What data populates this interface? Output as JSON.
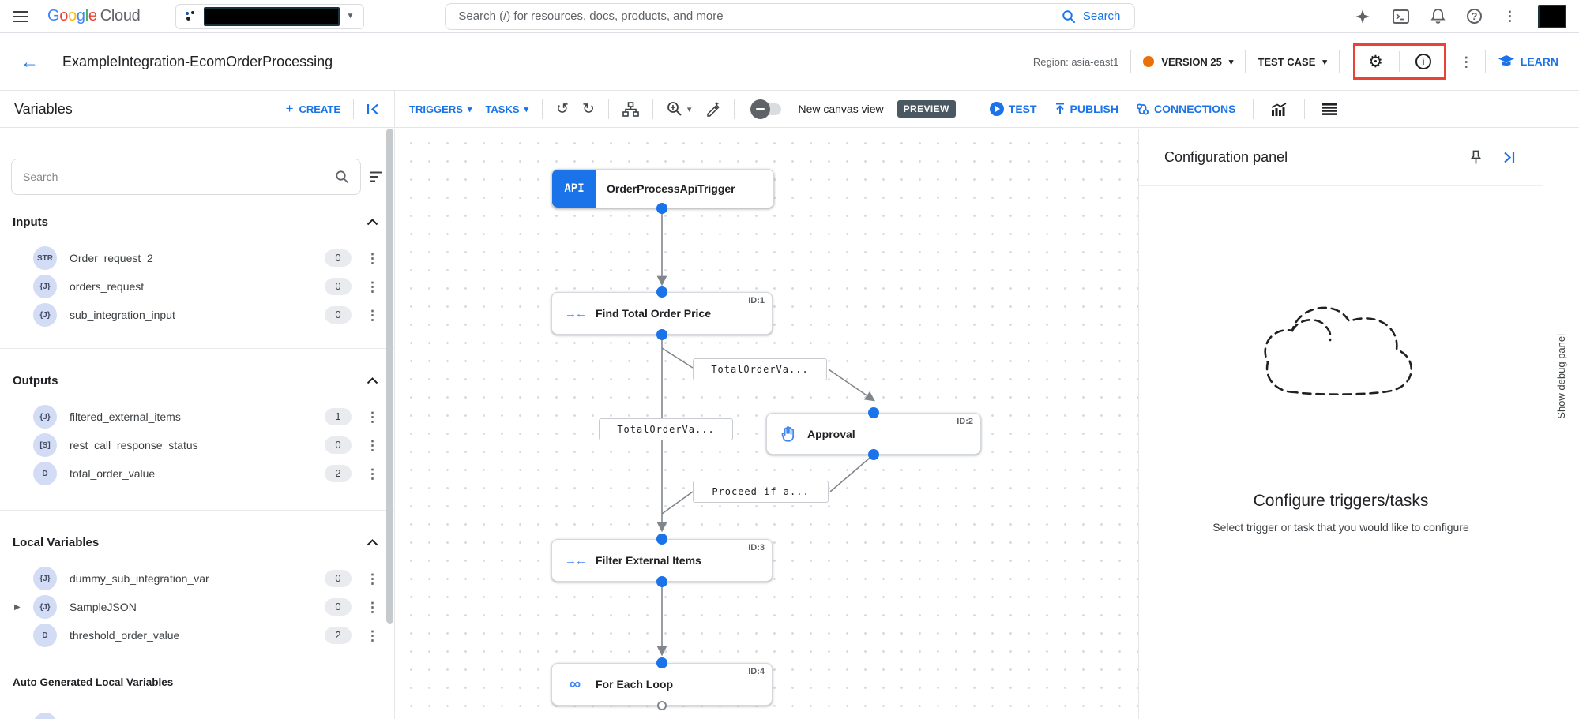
{
  "topbar": {
    "brand_google": "Google",
    "brand_cloud": "Cloud",
    "search_placeholder": "Search (/) for resources, docs, products, and more",
    "search_button_label": "Search"
  },
  "titlebar": {
    "title": "ExampleIntegration-EcomOrderProcessing",
    "region_label": "Region: asia-east1",
    "version_label": "VERSION 25",
    "test_case_label": "TEST CASE",
    "learn_label": "LEARN"
  },
  "toolbar": {
    "panel_title": "Variables",
    "create_label": "CREATE",
    "triggers_label": "TRIGGERS",
    "tasks_label": "TASKS",
    "canvas_toggle_label": "New canvas view",
    "preview_badge": "PREVIEW",
    "test_label": "TEST",
    "publish_label": "PUBLISH",
    "connections_label": "CONNECTIONS"
  },
  "sidebar": {
    "search_placeholder": "Search",
    "sections": [
      {
        "title": "Inputs",
        "items": [
          {
            "type": "STR",
            "name": "Order_request_2",
            "count": "0"
          },
          {
            "type": "{J}",
            "name": "orders_request",
            "count": "0"
          },
          {
            "type": "{J}",
            "name": "sub_integration_input",
            "count": "0"
          }
        ]
      },
      {
        "title": "Outputs",
        "items": [
          {
            "type": "{J}",
            "name": "filtered_external_items",
            "count": "1"
          },
          {
            "type": "[S]",
            "name": "rest_call_response_status",
            "count": "0"
          },
          {
            "type": "D",
            "name": "total_order_value",
            "count": "2"
          }
        ]
      },
      {
        "title": "Local Variables",
        "items": [
          {
            "type": "{J}",
            "name": "dummy_sub_integration_var",
            "count": "0"
          },
          {
            "type": "{J}",
            "name": "SampleJSON",
            "count": "0"
          },
          {
            "type": "D",
            "name": "threshold_order_value",
            "count": "2"
          }
        ]
      }
    ],
    "auto_generated_title": "Auto Generated Local Variables"
  },
  "canvas": {
    "trigger": {
      "badge": "API",
      "label": "OrderProcessApiTrigger"
    },
    "nodes": [
      {
        "id_label": "ID:1",
        "label": "Find Total Order Price"
      },
      {
        "id_label": "ID:2",
        "label": "Approval"
      },
      {
        "id_label": "ID:3",
        "label": "Filter External Items"
      },
      {
        "id_label": "ID:4",
        "label": "For Each Loop"
      }
    ],
    "edge_labels": [
      "TotalOrderVa...",
      "TotalOrderVa...",
      "Proceed if a..."
    ]
  },
  "config_panel": {
    "title": "Configuration panel",
    "heading": "Configure triggers/tasks",
    "subheading": "Select trigger or task that you would like to configure"
  },
  "debug_strip": {
    "label": "Show debug panel"
  },
  "icons": {
    "kebab": "⋮",
    "caret_down": "▾",
    "caret_small": "▼",
    "undo": "↺",
    "redo": "↻",
    "back": "←",
    "gear": "⚙",
    "plus": "+",
    "expander": "▶",
    "infinity": "∞",
    "datamap": "→←",
    "question": "?",
    "info": "i"
  },
  "colors": {
    "accent": "#1a73e8",
    "version_dot": "#e8710a",
    "highlight_outline": "#ea4335",
    "preview_badge_bg": "#4a5961"
  }
}
